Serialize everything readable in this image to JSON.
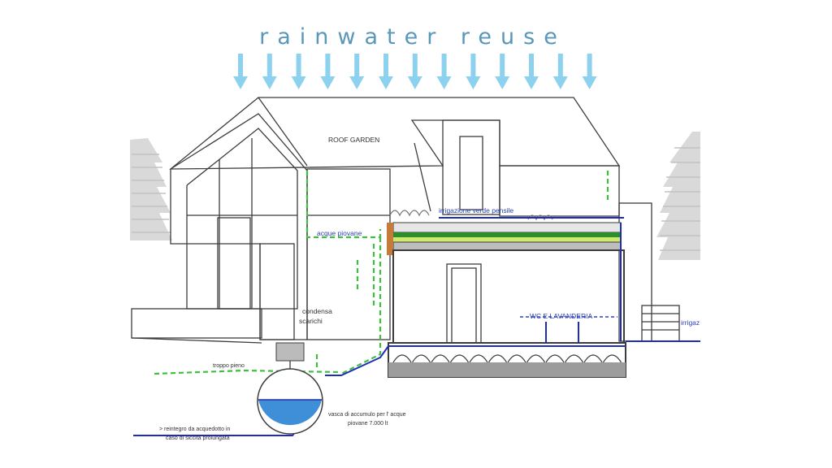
{
  "title": "rainwater reuse",
  "labels": {
    "roof_garden": "ROOF GARDEN",
    "irrigation": "irrigazione verde pensile",
    "acque_piovane": "acque piovane",
    "condensa": "condensa",
    "scarichi": "scarichi",
    "wc": "WC E LAVANDERIA",
    "troppo_pieno": "troppo pieno",
    "vasca": "vasca di accumulo per l' acque",
    "piovane": "piovane 7.000 lt",
    "rete_1": "> reintegro da acquedotto in",
    "rete_2": "caso di siccità prolungata",
    "irrig": "irrigaz"
  },
  "colors": {
    "title": "#5a97b8",
    "arrows": "#8cd1ee",
    "rain_pipe": "#3fbf3f",
    "water_pipe": "#1e2db8",
    "tank": "#2a7fd0"
  }
}
